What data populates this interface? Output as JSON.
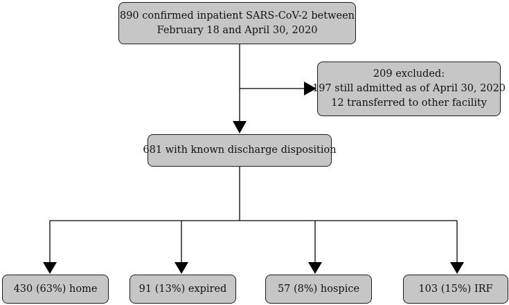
{
  "flowchart": {
    "enrolled": {
      "line1": "890 confirmed inpatient SARS-CoV-2 between",
      "line2": "February 18 and April 30, 2020"
    },
    "excluded": {
      "line1": "209 excluded:",
      "line2": "197 still admitted as of April 30, 2020",
      "line3": "12 transferred to other facility"
    },
    "known_disposition": {
      "label": "681 with known discharge disposition"
    },
    "outcomes": [
      {
        "label": "430 (63%) home"
      },
      {
        "label": "91 (13%) expired"
      },
      {
        "label": "57 (8%) hospice"
      },
      {
        "label": "103 (15%) IRF"
      }
    ]
  },
  "colors": {
    "box_fill": "#c6c6c6",
    "border": "#1a1a1a",
    "arrow": "#000000"
  }
}
